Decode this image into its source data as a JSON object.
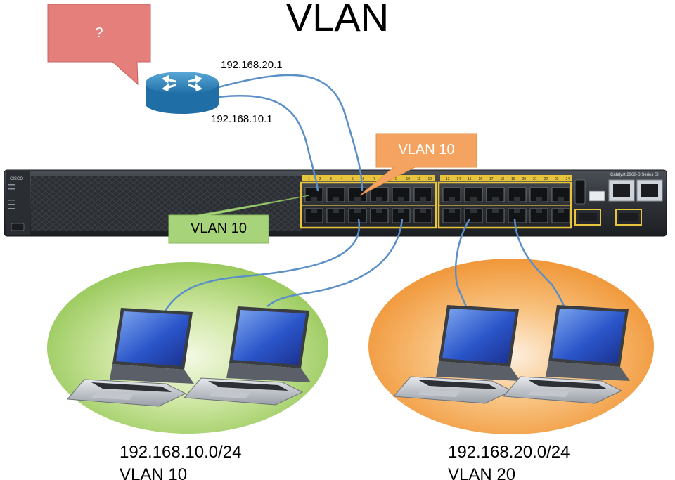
{
  "title": "VLAN",
  "router": {
    "callout_text": "?",
    "ip_upper": "192.168.20.1",
    "ip_lower": "192.168.10.1"
  },
  "switch": {
    "model_label": "Catalyst 2960-S Series SI",
    "brand": "CISCO",
    "port_numbers_top": [
      "1",
      "2",
      "3",
      "4",
      "5",
      "6",
      "7",
      "8",
      "9",
      "10",
      "11",
      "12",
      "13",
      "14",
      "15",
      "16",
      "17",
      "18",
      "19",
      "20",
      "21",
      "22",
      "23",
      "24"
    ],
    "callout_orange": "VLAN 10",
    "callout_green": "VLAN 10"
  },
  "networks": [
    {
      "subnet": "192.168.10.0/24",
      "vlan": "VLAN 10",
      "color": "#b5d96a"
    },
    {
      "subnet": "192.168.20.0/24",
      "vlan": "VLAN 20",
      "color": "#f4a24a"
    }
  ],
  "colors": {
    "cable": "#5b8fc7",
    "callout_question": "#e8807d",
    "callout_orange": "#f4a460",
    "callout_green": "#a7d37a",
    "port_highlight": "#e8c43c"
  }
}
